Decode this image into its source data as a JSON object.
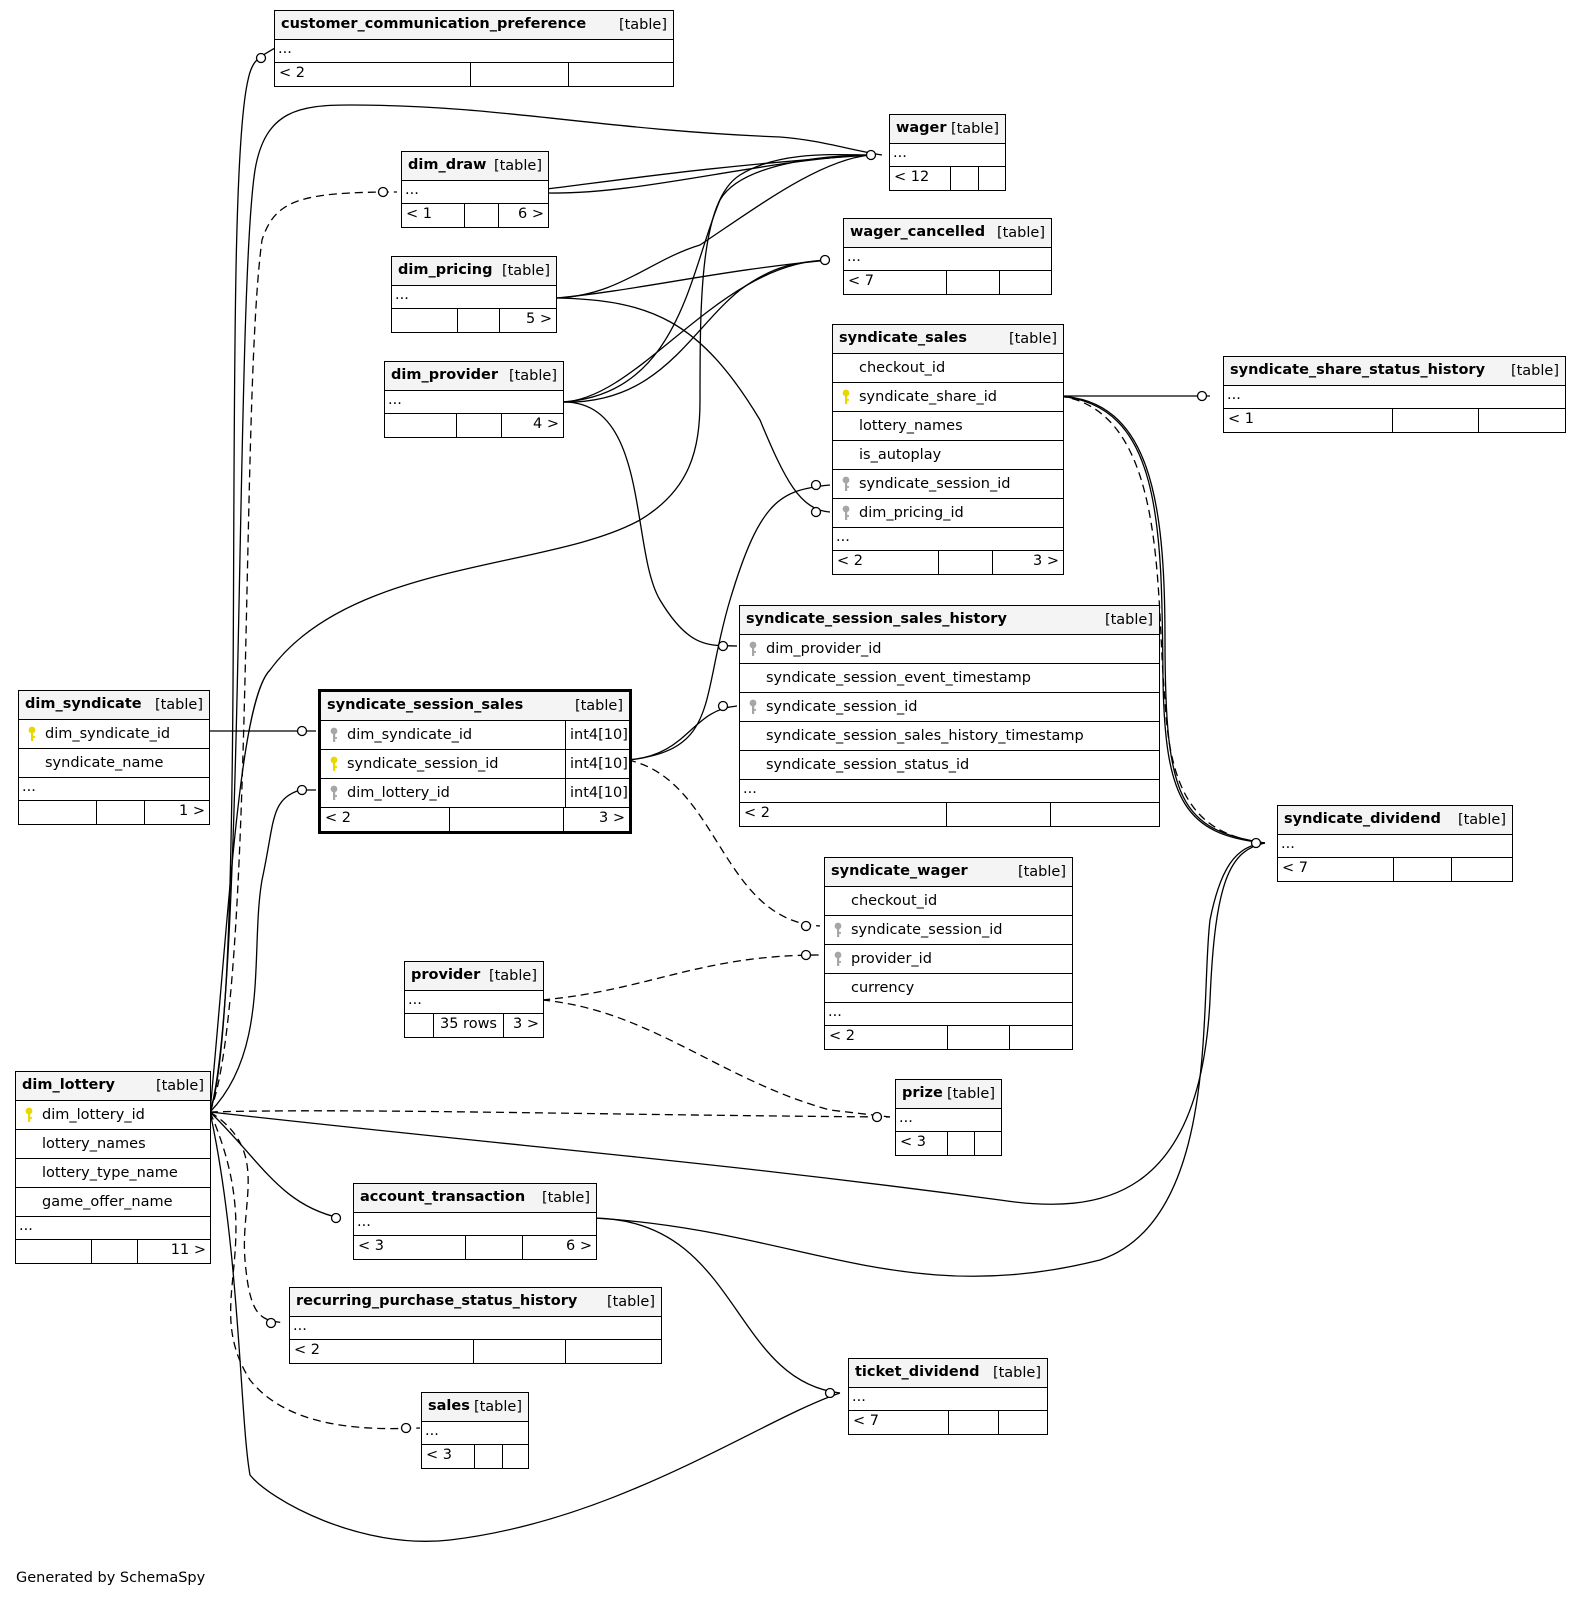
{
  "diagram": {
    "tables": [
      {
        "id": "customer_communication_preference",
        "name": "customer_communication_preference",
        "tag": "[table]",
        "cols": [],
        "more": "...",
        "footer": [
          "< 2",
          "",
          ""
        ],
        "fw": [
          195,
          98
        ]
      },
      {
        "id": "wager",
        "name": "wager",
        "tag": "[table]",
        "cols": [],
        "more": "...",
        "footer": [
          "< 12",
          "",
          ""
        ],
        "fw": [
          60,
          28
        ]
      },
      {
        "id": "dim_draw",
        "name": "dim_draw",
        "tag": "[table]",
        "cols": [],
        "more": "...",
        "footer": [
          "< 1",
          "",
          "6 >"
        ],
        "fw": [
          62,
          34
        ]
      },
      {
        "id": "dim_pricing",
        "name": "dim_pricing",
        "tag": "[table]",
        "cols": [],
        "more": "...",
        "footer": [
          "",
          "",
          "5 >"
        ],
        "fw": [
          65,
          42
        ]
      },
      {
        "id": "dim_provider",
        "name": "dim_provider",
        "tag": "[table]",
        "cols": [],
        "more": "...",
        "footer": [
          "",
          "",
          "4 >"
        ],
        "fw": [
          71,
          45
        ]
      },
      {
        "id": "wager_cancelled",
        "name": "wager_cancelled",
        "tag": "[table]",
        "cols": [],
        "more": "...",
        "footer": [
          "< 7",
          "",
          ""
        ],
        "fw": [
          102,
          53
        ]
      },
      {
        "id": "syndicate_sales",
        "name": "syndicate_sales",
        "tag": "[table]",
        "cols": [
          {
            "name": "checkout_id",
            "key": ""
          },
          {
            "name": "syndicate_share_id",
            "key": "pk"
          },
          {
            "name": "lottery_names",
            "key": ""
          },
          {
            "name": "is_autoplay",
            "key": ""
          },
          {
            "name": "syndicate_session_id",
            "key": "fk"
          },
          {
            "name": "dim_pricing_id",
            "key": "fk"
          }
        ],
        "more": "...",
        "footer": [
          "< 2",
          "",
          "3 >"
        ],
        "fw": [
          105,
          54
        ]
      },
      {
        "id": "syndicate_share_status_history",
        "name": "syndicate_share_status_history",
        "tag": "[table]",
        "cols": [],
        "more": "...",
        "footer": [
          "< 1",
          "",
          ""
        ],
        "fw": [
          168,
          86
        ]
      },
      {
        "id": "syndicate_session_sales_history",
        "name": "syndicate_session_sales_history",
        "tag": "[table]",
        "cols": [
          {
            "name": "dim_provider_id",
            "key": "fk"
          },
          {
            "name": "syndicate_session_event_timestamp",
            "key": ""
          },
          {
            "name": "syndicate_session_id",
            "key": "fk"
          },
          {
            "name": "syndicate_session_sales_history_timestamp",
            "key": ""
          },
          {
            "name": "syndicate_session_status_id",
            "key": ""
          }
        ],
        "more": "...",
        "footer": [
          "< 2",
          "",
          ""
        ],
        "fw": [
          206,
          104
        ]
      },
      {
        "id": "dim_syndicate",
        "name": "dim_syndicate",
        "tag": "[table]",
        "cols": [
          {
            "name": "dim_syndicate_id",
            "key": "pk"
          },
          {
            "name": "syndicate_name",
            "key": ""
          }
        ],
        "more": "...",
        "footer": [
          "",
          "",
          "1 >"
        ],
        "fw": [
          77,
          48
        ]
      },
      {
        "id": "syndicate_session_sales",
        "name": "syndicate_session_sales",
        "tag": "[table]",
        "cols": [
          {
            "name": "dim_syndicate_id",
            "key": "fk",
            "type": "int4[10]"
          },
          {
            "name": "syndicate_session_id",
            "key": "pk",
            "type": "int4[10]"
          },
          {
            "name": "dim_lottery_id",
            "key": "fk",
            "type": "int4[10]"
          }
        ],
        "more": "",
        "footer": [
          "< 2",
          "",
          "3 >"
        ],
        "fw": [
          128,
          114
        ]
      },
      {
        "id": "syndicate_dividend",
        "name": "syndicate_dividend",
        "tag": "[table]",
        "cols": [],
        "more": "...",
        "footer": [
          "< 7",
          "",
          ""
        ],
        "fw": [
          115,
          58
        ]
      },
      {
        "id": "syndicate_wager",
        "name": "syndicate_wager",
        "tag": "[table]",
        "cols": [
          {
            "name": "checkout_id",
            "key": ""
          },
          {
            "name": "syndicate_session_id",
            "key": "fk"
          },
          {
            "name": "provider_id",
            "key": "fk"
          },
          {
            "name": "currency",
            "key": ""
          }
        ],
        "more": "...",
        "footer": [
          "< 2",
          "",
          ""
        ],
        "fw": [
          122,
          62
        ]
      },
      {
        "id": "provider",
        "name": "provider",
        "tag": "[table]",
        "cols": [],
        "more": "...",
        "footer": [
          "",
          "35 rows",
          "3 >"
        ],
        "fw": [
          28,
          70
        ]
      },
      {
        "id": "prize",
        "name": "prize",
        "tag": "[table]",
        "cols": [],
        "more": "...",
        "footer": [
          "< 3",
          "",
          ""
        ],
        "fw": [
          51,
          27
        ]
      },
      {
        "id": "dim_lottery",
        "name": "dim_lottery",
        "tag": "[table]",
        "cols": [
          {
            "name": "dim_lottery_id",
            "key": "pk"
          },
          {
            "name": "lottery_names",
            "key": ""
          },
          {
            "name": "lottery_type_name",
            "key": ""
          },
          {
            "name": "game_offer_name",
            "key": ""
          }
        ],
        "more": "...",
        "footer": [
          "",
          "",
          "11 >"
        ],
        "fw": [
          75,
          46
        ]
      },
      {
        "id": "account_transaction",
        "name": "account_transaction",
        "tag": "[table]",
        "cols": [],
        "more": "...",
        "footer": [
          "< 3",
          "",
          "6 >"
        ],
        "fw": [
          111,
          57
        ]
      },
      {
        "id": "recurring_purchase_status_history",
        "name": "recurring_purchase_status_history",
        "tag": "[table]",
        "cols": [],
        "more": "...",
        "footer": [
          "< 2",
          "",
          ""
        ],
        "fw": [
          183,
          92
        ]
      },
      {
        "id": "sales",
        "name": "sales",
        "tag": "[table]",
        "cols": [],
        "more": "...",
        "footer": [
          "< 3",
          "",
          ""
        ],
        "fw": [
          52,
          28
        ]
      },
      {
        "id": "ticket_dividend",
        "name": "ticket_dividend",
        "tag": "[table]",
        "cols": [],
        "more": "...",
        "footer": [
          "< 7",
          "",
          ""
        ],
        "fw": [
          99,
          50
        ]
      }
    ]
  },
  "footer_text": "Generated by SchemaSpy",
  "colors": {
    "primary_key": "#e8d800",
    "foreign_key": "#a6a6a6",
    "line": "#000000",
    "header_bg": "#f4f4f4"
  }
}
